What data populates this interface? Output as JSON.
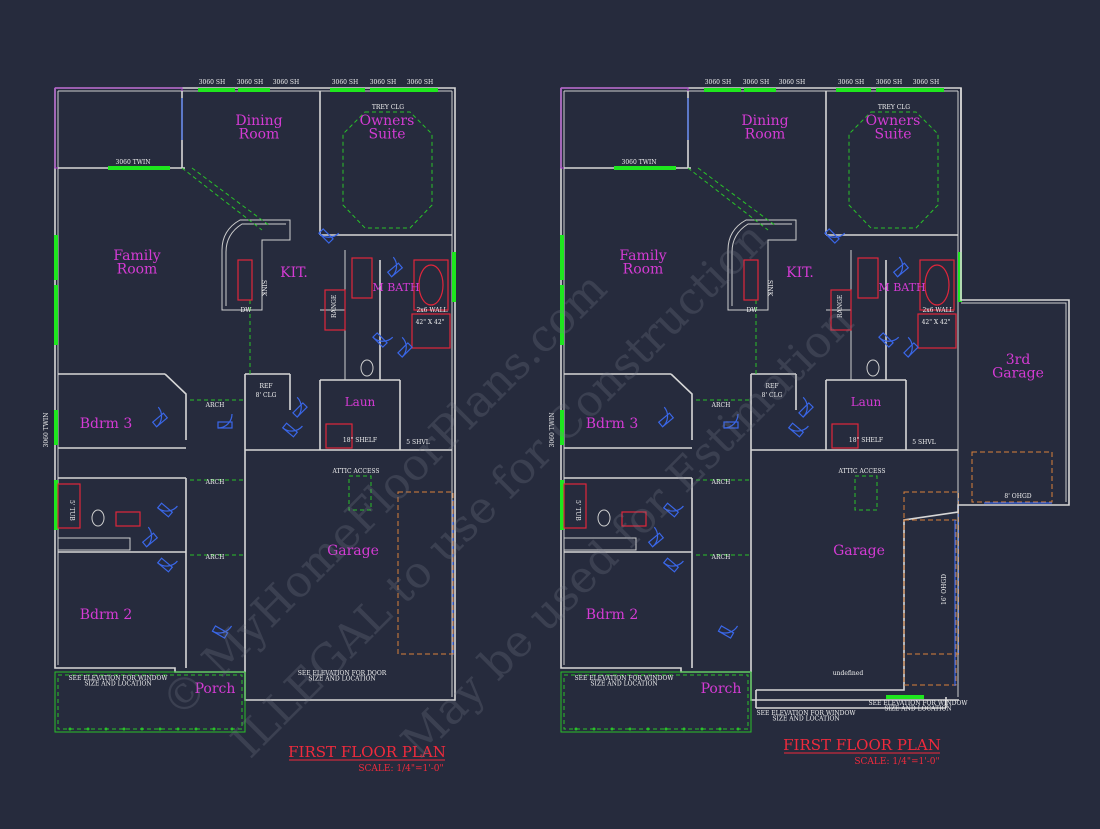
{
  "plans": [
    {
      "id": "left",
      "rooms": {
        "dining": "Dining\nRoom",
        "owners": "Owners\nSuite",
        "family": "Family\nRoom",
        "kit": "KIT.",
        "mbath": "M BATH",
        "laun": "Laun",
        "bdrm3": "Bdrm 3",
        "bdrm2": "Bdrm 2",
        "garage": "Garage",
        "porch": "Porch"
      },
      "notes": {
        "trey": "TREY CLG",
        "win1": "3060 SH",
        "win2": "3060 SH",
        "win3": "3060 SH",
        "win4": "3060 SH",
        "win5": "3060 SH",
        "win6": "3060 SH",
        "twin": "3060 TWIN",
        "twin2": "3060 TWIN",
        "ref": "REF",
        "clg": "8' CLG",
        "arch1": "ARCH",
        "arch2": "ARCH",
        "arch3": "ARCH",
        "shelf": "18\" SHELF",
        "shvl": "5 SHVL",
        "attic": "ATTIC ACCESS",
        "seeelev": "SEE ELEVATION FOR WINDOW\nSIZE AND LOCATION",
        "seedoor": "SEE ELEVATION FOR DOOR\nSIZE AND LOCATION",
        "shower": "42\" X 42\"",
        "wall": "2x6 WALL",
        "sink": "SINK",
        "dw": "DW",
        "range": "RANGE",
        "tub": "5' TUB"
      },
      "title": "FIRST FLOOR PLAN",
      "scale": "SCALE: 1/4\"=1'-0\""
    },
    {
      "id": "right",
      "rooms": {
        "dining": "Dining\nRoom",
        "owners": "Owners\nSuite",
        "family": "Family\nRoom",
        "kit": "KIT.",
        "mbath": "M BATH",
        "laun": "Laun",
        "bdrm3": "Bdrm 3",
        "bdrm2": "Bdrm 2",
        "garage": "Garage",
        "porch": "Porch",
        "garage3": "3rd\nGarage"
      },
      "notes": {
        "trey": "TREY CLG",
        "win1": "3060 SH",
        "win2": "3060 SH",
        "win3": "3060 SH",
        "win4": "3060 SH",
        "win5": "3060 SH",
        "win6": "3060 SH",
        "twin": "3060 TWIN",
        "twin2": "3060 TWIN",
        "ref": "REF",
        "clg": "8' CLG",
        "arch1": "ARCH",
        "arch2": "ARCH",
        "arch3": "ARCH",
        "shelf": "18\" SHELF",
        "shvl": "5 SHVL",
        "attic": "ATTIC ACCESS",
        "seeelev": "SEE ELEVATION FOR WINDOW\nSIZE AND LOCATION",
        "seeelev2": "SEE ELEVATION FOR WINDOW\nSIZE AND LOCATION",
        "seeelev3": "SEE ELEVATION FOR WINDOW\nSIZE AND LOCATION",
        "shower": "42\" X 42\"",
        "wall": "2x6 WALL",
        "sink": "SINK",
        "dw": "DW",
        "range": "RANGE",
        "tub": "5' TUB",
        "ohgd": "8' OHGD",
        "ohgd16": "16' OHGD"
      },
      "title": "FIRST FLOOR PLAN",
      "scale": "SCALE: 1/4\"=1'-0\""
    }
  ],
  "watermark": {
    "line1": "© MyHomeFloorPlans.com",
    "line2": "ILLEGAL to use for Construction",
    "line3": "May be used for Estimation"
  },
  "colors": {
    "background": "#262b3d",
    "wall": "#d7d7d7",
    "window": "#1ee61e",
    "room_label": "#d43bd4",
    "door": "#3a67e8",
    "title": "#f02a3c",
    "annotation": "#2fd6dc"
  }
}
